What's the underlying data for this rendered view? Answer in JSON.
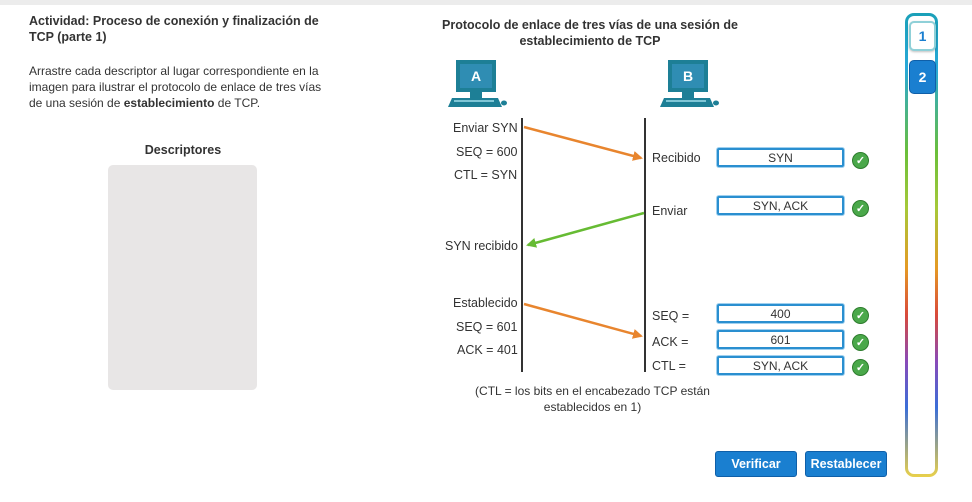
{
  "activity": {
    "title": "Actividad: Proceso de conexión y finalización de TCP (parte 1)",
    "instruction_prefix": "Arrastre cada descriptor al lugar correspondiente en la imagen para ilustrar el protocolo de enlace de tres vías de una sesión de ",
    "instruction_bold": "establecimiento",
    "instruction_suffix": " de TCP."
  },
  "descriptors": {
    "heading": "Descriptores"
  },
  "diagram": {
    "title": "Protocolo de enlace de tres vías de una sesión de establecimiento de TCP",
    "host_a": "A",
    "host_b": "B",
    "left_labels": {
      "enviar_syn": "Enviar SYN",
      "seq_600": "SEQ = 600",
      "ctl_syn": "CTL = SYN",
      "syn_recibido": "SYN recibido",
      "establecido": "Establecido",
      "seq_601": "SEQ = 601",
      "ack_401": "ACK = 401"
    },
    "right_labels": {
      "recibido": "Recibido",
      "enviar": "Enviar",
      "seq": "SEQ =",
      "ack": "ACK =",
      "ctl": "CTL ="
    },
    "answers": {
      "recibido": "SYN",
      "enviar": "SYN, ACK",
      "seq": "400",
      "ack": "601",
      "ctl": "SYN, ACK"
    },
    "check_icon": "check-circle-icon",
    "note": "(CTL = los bits en el encabezado TCP están establecidos en 1)",
    "colors": {
      "arrow_orange": "#e8852e",
      "arrow_green": "#66bb33",
      "check_green": "#4aa84a",
      "box_border": "#2a8fd0"
    }
  },
  "buttons": {
    "verify": "Verificar",
    "reset": "Restablecer"
  },
  "pager": {
    "page1": "1",
    "page2": "2",
    "active": "2"
  }
}
